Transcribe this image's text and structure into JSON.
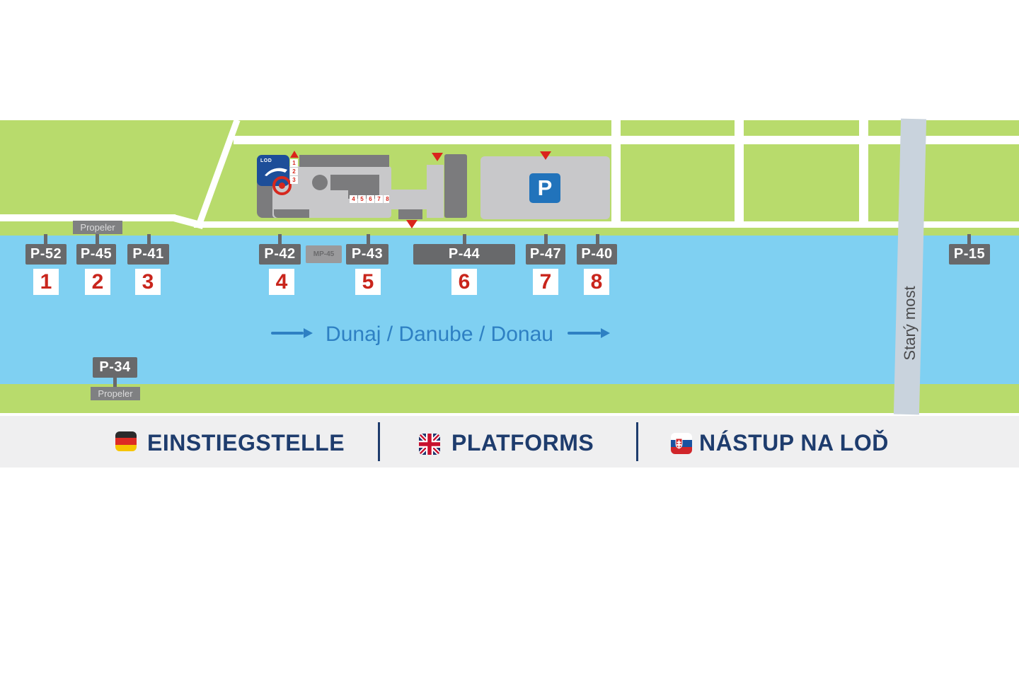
{
  "map": {
    "river_label": "Dunaj / Danube / Donau",
    "bridge_label": "Starý most",
    "parking_sign": "P",
    "lod_logo_text": "LOD",
    "propeler_north": "Propeler",
    "propeler_south": "Propeler",
    "mp_label": "MP-45",
    "berth_numbers_vertical": [
      "1",
      "2",
      "3"
    ],
    "berth_numbers_horizontal": [
      "4",
      "5",
      "6",
      "7",
      "8"
    ],
    "platforms": [
      {
        "id": "P-52",
        "number": "1"
      },
      {
        "id": "P-45",
        "number": "2"
      },
      {
        "id": "P-41",
        "number": "3"
      },
      {
        "id": "P-42",
        "number": "4"
      },
      {
        "id": "P-43",
        "number": "5"
      },
      {
        "id": "P-44",
        "number": "6"
      },
      {
        "id": "P-47",
        "number": "7"
      },
      {
        "id": "P-40",
        "number": "8"
      },
      {
        "id": "P-15",
        "number": ""
      },
      {
        "id": "P-34",
        "number": ""
      }
    ]
  },
  "legend": {
    "items": [
      {
        "flag": "germany",
        "label": "EINSTIEGSTELLE"
      },
      {
        "flag": "united-kingdom",
        "label": "PLATFORMS"
      },
      {
        "flag": "slovakia",
        "label": "NÁSTUP NA LOĎ"
      }
    ]
  },
  "colors": {
    "land_green": "#b8db6c",
    "water_blue": "#7fd0f2",
    "accent_red": "#d6281e",
    "navy_text": "#1e3c6d",
    "river_text_blue": "#2e80c3",
    "lod_brand_blue": "#1d4e99",
    "parking_blue": "#2173bb",
    "bridge_gray": "#c9d3dd",
    "plate_gray": "#68696b"
  }
}
